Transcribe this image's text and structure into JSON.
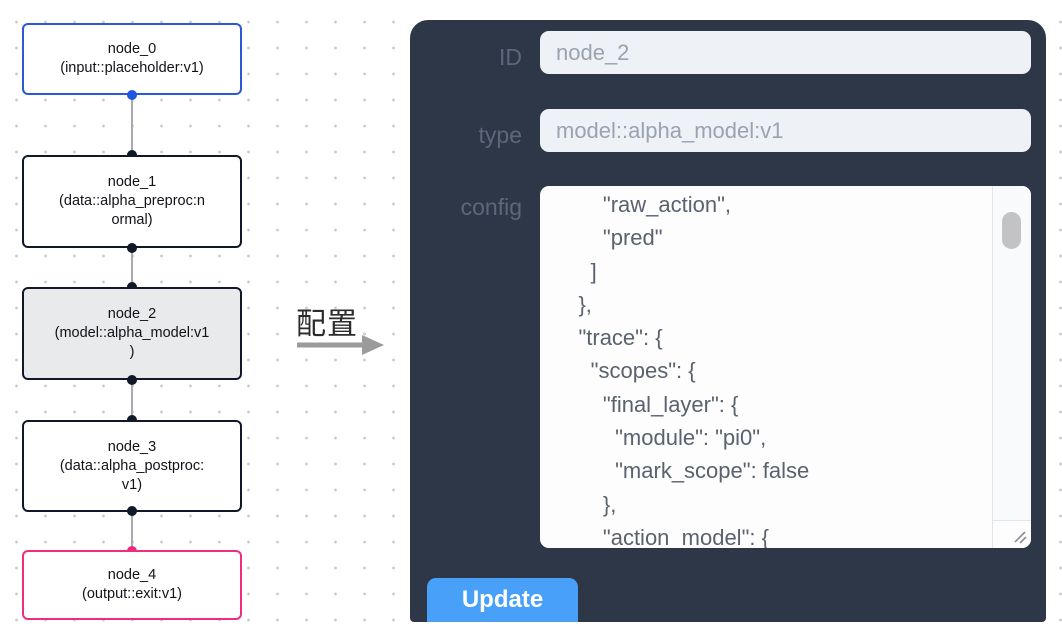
{
  "graph": {
    "nodes": [
      {
        "id": "node_0",
        "label": "node_0\n(input::placeholder:v1)",
        "variant": "input",
        "selected": false
      },
      {
        "id": "node_1",
        "label": "node_1\n(data::alpha_preproc:n\normal)",
        "variant": "default",
        "selected": false
      },
      {
        "id": "node_2",
        "label": "node_2\n(model::alpha_model:v1\n)",
        "variant": "default",
        "selected": true
      },
      {
        "id": "node_3",
        "label": "node_3\n(data::alpha_postproc:\nv1)",
        "variant": "default",
        "selected": false
      },
      {
        "id": "node_4",
        "label": "node_4\n(output::exit:v1)",
        "variant": "output",
        "selected": false
      }
    ]
  },
  "transfer": {
    "label": "配置"
  },
  "panel": {
    "fields": {
      "id": {
        "label": "ID",
        "value": "node_2"
      },
      "type": {
        "label": "type",
        "value": "model::alpha_model:v1"
      },
      "config": {
        "label": "config",
        "value": "        \"raw_action\",\n        \"pred\"\n      ]\n    },\n    \"trace\": {\n      \"scopes\": {\n        \"final_layer\": {\n          \"module\": \"pi0\",\n          \"mark_scope\": false\n        },\n        \"action_model\": {"
      }
    },
    "update_label": "Update"
  },
  "icons": {
    "arrow_right": "transfer-arrow-icon",
    "resize_handle": "resize-handle-icon"
  },
  "colors": {
    "panel_bg": "#2d3748",
    "accent_blue_button": "#49a0f8",
    "node_border_default": "#111827",
    "node_border_input": "#2b59d8",
    "node_border_output": "#ee2d7d",
    "node_selected_bg": "#e9eaec",
    "port_blue": "#1f55e0",
    "port_pink": "#f02580",
    "field_bg": "#eef1f6",
    "config_text": "#5a626e"
  }
}
